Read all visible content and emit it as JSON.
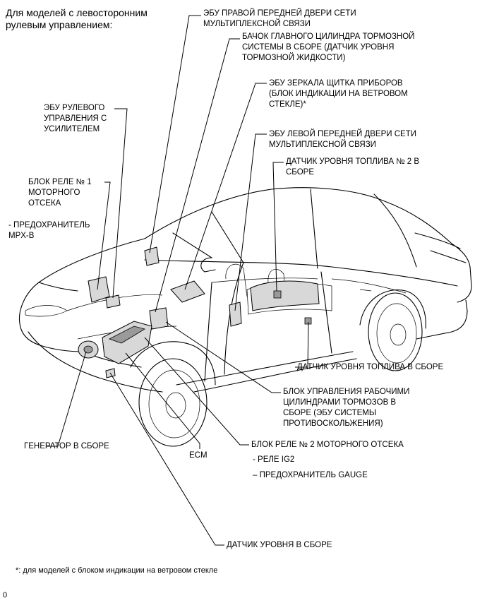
{
  "header": [
    "Для моделей с левосторонним",
    "рулевым управлением:"
  ],
  "labels": {
    "door_front_right": [
      "ЭБУ ПРАВОЙ ПЕРЕДНЕЙ ДВЕРИ СЕТИ",
      "МУЛЬТИПЛЕКСНОЙ СВЯЗИ"
    ],
    "master_cylinder": [
      "БАЧОК ГЛАВНОГО ЦИЛИНДРА ТОРМОЗНОЙ",
      "СИСТЕМЫ В СБОРЕ (ДАТЧИК УРОВНЯ",
      "ТОРМОЗНОЙ ЖИДКОСТИ)"
    ],
    "meter_mirror": [
      "ЭБУ ЗЕРКАЛА ЩИТКА ПРИБОРОВ",
      "(БЛОК ИНДИКАЦИИ НА ВЕТРОВОМ",
      "СТЕКЛЕ)*"
    ],
    "power_steering": [
      "ЭБУ РУЛЕВОГО",
      "УПРАВЛЕНИЯ С",
      "УСИЛИТЕЛЕМ"
    ],
    "door_front_left": [
      "ЭБУ ЛЕВОЙ ПЕРЕДНЕЙ ДВЕРИ СЕТИ",
      "МУЛЬТИПЛЕКСНОЙ СВЯЗИ"
    ],
    "fuel_sender_2": [
      "ДАТЧИК УРОВНЯ ТОПЛИВА № 2 В",
      "СБОРЕ"
    ],
    "relay_block_1": [
      "БЛОК РЕЛЕ № 1",
      "МОТОРНОГО",
      "ОТСЕКА"
    ],
    "fuse_mpx": [
      "- ПРЕДОХРАНИТЕЛЬ",
      "MPX-B"
    ],
    "fuel_sender": [
      "ДАТЧИК УРОВНЯ ТОПЛИВА В СБОРЕ"
    ],
    "brake_actuator": [
      "БЛОК УПРАВЛЕНИЯ РАБОЧИМИ",
      "ЦИЛИНДРАМИ ТОРМОЗОВ В",
      "СБОРЕ (ЭБУ СИСТЕМЫ",
      "ПРОТИВОСКОЛЬЖЕНИЯ)"
    ],
    "relay_block_2": [
      "БЛОК РЕЛЕ № 2 МОТОРНОГО ОТСЕКА"
    ],
    "relay_ig2": [
      "- РЕЛЕ IG2"
    ],
    "fuse_gauge": [
      "– ПРЕДОХРАНИТЕЛЬ GAUGE"
    ],
    "generator": [
      "ГЕНЕРАТОР В СБОРЕ"
    ],
    "ecm": [
      "ECM"
    ],
    "level_sensor": [
      "ДАТЧИК УРОВНЯ В СБОРЕ"
    ]
  },
  "footnote": "*: для моделей с блоком индикации на ветровом стекле",
  "figure_id": "0"
}
